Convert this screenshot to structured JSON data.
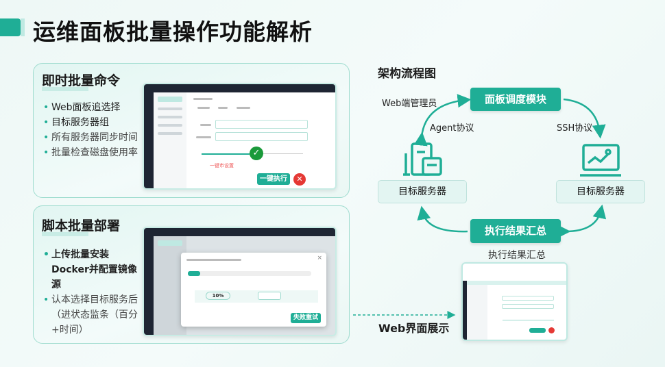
{
  "page_title": "运维面板批量操作功能解析",
  "colors": {
    "accent": "#1fae96",
    "danger": "#e53935",
    "dark_nav": "#1e2533"
  },
  "instant": {
    "heading": "即时批量命令",
    "bullets": [
      "Web面板追选择",
      "目标服务器组",
      "所有服务器同步时间",
      "批量检查磁盘使用率"
    ],
    "screenshot": {
      "hint_text": "一键市设置",
      "execute_button": "一键执行",
      "cancel_icon": "close-icon",
      "status_icon": "check-icon"
    }
  },
  "script": {
    "heading": "脚本批量部署",
    "bullets": [
      "上传批量安装Docker并配置镜像源",
      "认本选择目标服务后（进状态监条（百分+时间）"
    ],
    "screenshot": {
      "progress_percent": 10,
      "progress_label": "10%",
      "retry_button": "失败重试",
      "close_icon": "close-icon"
    }
  },
  "architecture": {
    "heading": "架构流程图",
    "panel_module": "面板调度模块",
    "web_admin": "Web端管理员",
    "agent_protocol": "Agent协议",
    "ssh_protocol": "SSH协议",
    "target_server_left": "目标服务器",
    "target_server_right": "目标服务器",
    "result_box": "执行结果汇总",
    "result_caption": "执行结果汇总",
    "web_display": "Web界面展示"
  }
}
